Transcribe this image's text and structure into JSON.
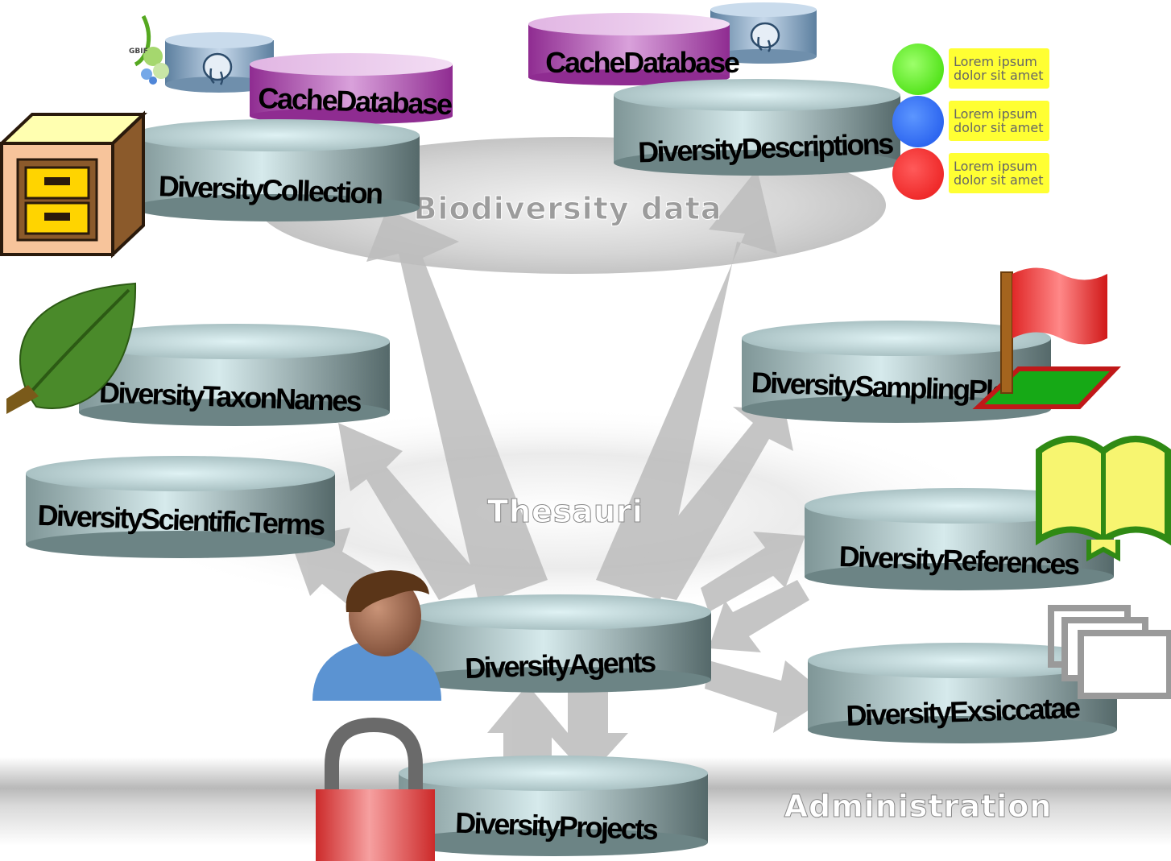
{
  "groups": {
    "biodiversity": "Biodiversity data",
    "thesauri": "Thesauri",
    "administration": "Administration"
  },
  "databases": {
    "collection": "DiversityCollection",
    "descriptions": "DiversityDescriptions",
    "taxon_names": "DiversityTaxonNames",
    "sampling_plots": "DiversitySamplingPlots",
    "scientific_terms": "DiversityScientificTerms",
    "references": "DiversityReferences",
    "agents": "DiversityAgents",
    "exsiccatae": "DiversityExsiccatae",
    "projects": "DiversityProjects"
  },
  "cache": {
    "left": "CacheDatabase",
    "right": "CacheDatabase"
  },
  "gbif_logo": "GBIF",
  "legend": {
    "items": [
      {
        "color": "#66ff33",
        "line1": "Lorem ipsum",
        "line2": "dolor sit amet"
      },
      {
        "color": "#3377ff",
        "line1": "Lorem ipsum",
        "line2": "dolor sit amet"
      },
      {
        "color": "#ff3333",
        "line1": "Lorem ipsum",
        "line2": "dolor sit amet"
      }
    ]
  },
  "colors": {
    "cylinder_light": "#d8eef1",
    "cylinder_dark": "#5f7677",
    "cache_purple": "#8a2a8c",
    "postgres_blue": "#7d9dba",
    "arrow": "#bdbdbd"
  }
}
